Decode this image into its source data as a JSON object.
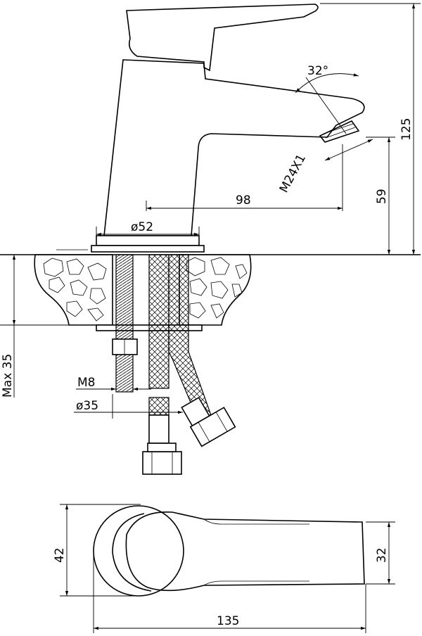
{
  "drawing": {
    "side_view": {
      "angle_label": "32°",
      "total_height_label": "125",
      "thread_label": "M24X1",
      "spout_height_label": "59",
      "spout_reach_label": "98",
      "base_diameter_label": "ø52",
      "max_counter_label": "Max 35",
      "rod_label": "M8",
      "hole_diameter_label": "ø35"
    },
    "top_view": {
      "base_width_label": "42",
      "spout_width_label": "32",
      "total_length_label": "135"
    }
  }
}
